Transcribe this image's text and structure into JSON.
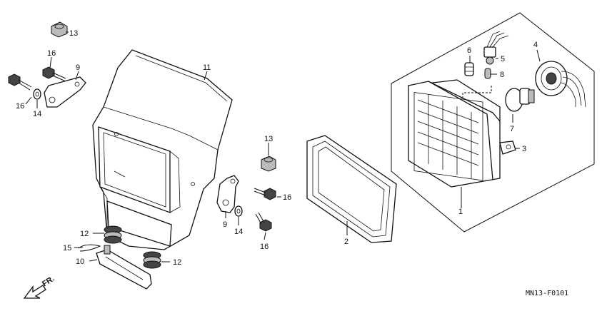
{
  "labels": {
    "l13a": "13",
    "l16a": "16",
    "l9a": "9",
    "l16b": "16",
    "l14a": "14",
    "l11": "11",
    "l13b": "13",
    "l16c": "16",
    "l9b": "9",
    "l14b": "14",
    "l16d": "16",
    "l12a": "12",
    "l15": "15",
    "l10": "10",
    "l12b": "12",
    "l2": "2",
    "l6": "6",
    "l5": "5",
    "l8": "8",
    "l4": "4",
    "l7": "7",
    "l3": "3",
    "l1": "1"
  },
  "direction_label": "FR.",
  "diagram_code": "MN13-F0101"
}
